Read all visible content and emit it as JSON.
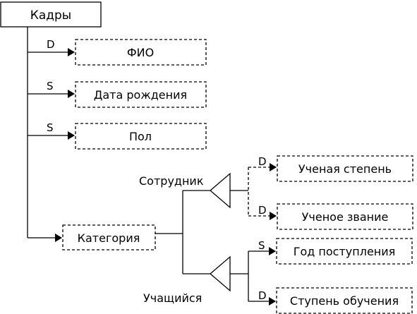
{
  "diagram": {
    "root": {
      "id": "root",
      "label": "Кадры"
    },
    "attributes": [
      {
        "id": "fio",
        "label": "ФИО",
        "link": "D"
      },
      {
        "id": "dob",
        "label": "Дата рождения",
        "link": "S"
      },
      {
        "id": "sex",
        "label": "Пол",
        "link": "S"
      },
      {
        "id": "category",
        "label": "Категория",
        "link": ""
      }
    ],
    "subtypes": [
      {
        "id": "employee",
        "label": "Сотрудник",
        "attributes": [
          {
            "id": "degree",
            "label": "Ученая степень",
            "link": "D"
          },
          {
            "id": "title",
            "label": "Ученое звание",
            "link": "D"
          }
        ]
      },
      {
        "id": "student",
        "label": "Учащийся",
        "attributes": [
          {
            "id": "enroll_year",
            "label": "Год поступления",
            "link": "S"
          },
          {
            "id": "study_level",
            "label": "Ступень обучения",
            "link": "D"
          }
        ]
      }
    ]
  }
}
